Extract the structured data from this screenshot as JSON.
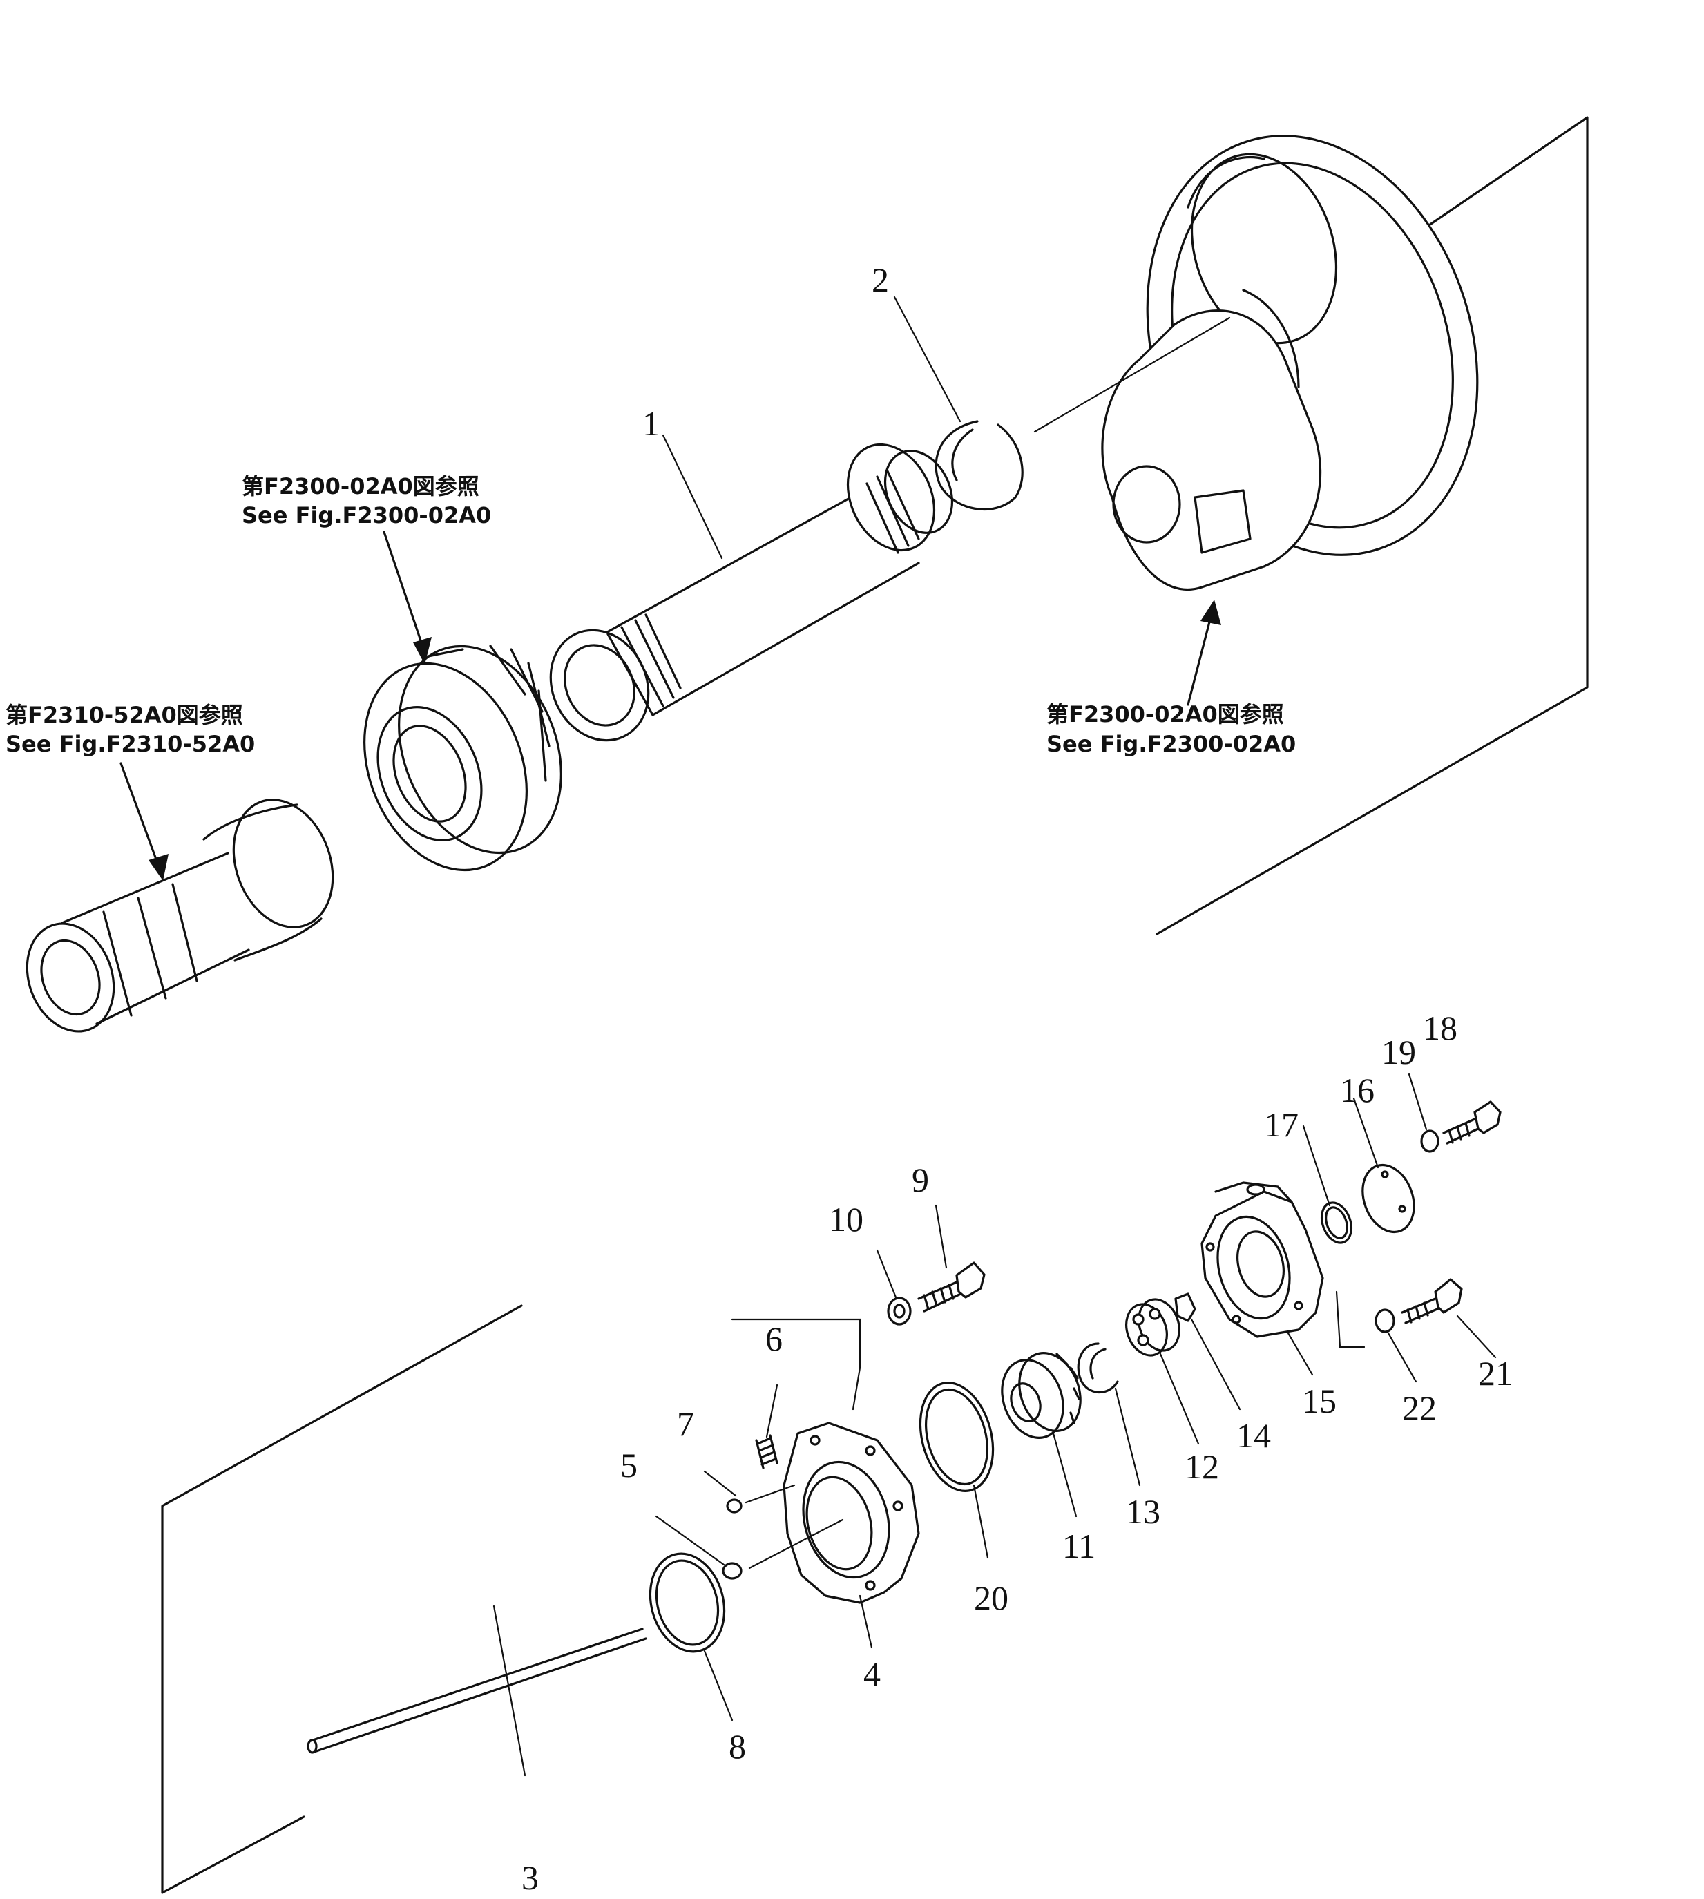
{
  "part_labels": {
    "p1": "1",
    "p2": "2",
    "p3": "3",
    "p4": "4",
    "p5": "5",
    "p6": "6",
    "p7": "7",
    "p8": "8",
    "p9": "9",
    "p10": "10",
    "p11": "11",
    "p12": "12",
    "p13": "13",
    "p14": "14",
    "p15": "15",
    "p16": "16",
    "p17": "17",
    "p18": "18",
    "p19": "19",
    "p20": "20",
    "p21": "21",
    "p22": "22"
  },
  "references": {
    "gear": {
      "jp": "第F2300-02A0図参照",
      "en": "See Fig.F2300-02A0"
    },
    "shaft": {
      "jp": "第F2310-52A0図参照",
      "en": "See Fig.F2310-52A0"
    },
    "housing": {
      "jp": "第F2300-02A0図参照",
      "en": "See Fig.F2300-02A0"
    }
  }
}
